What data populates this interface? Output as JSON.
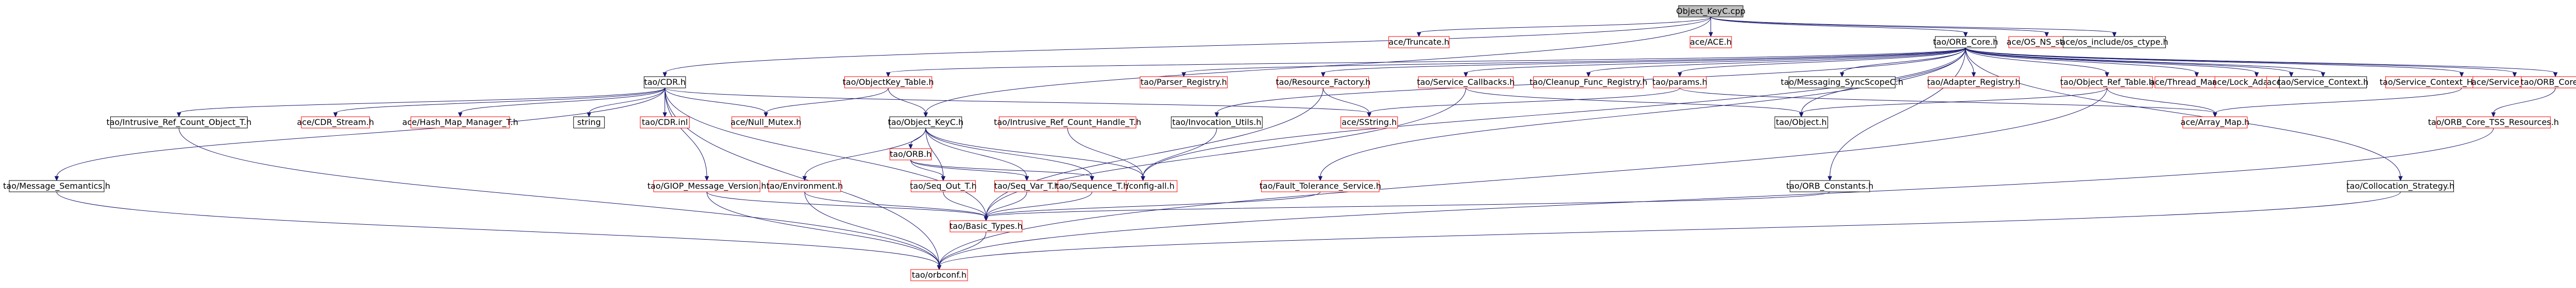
{
  "colors": {
    "edge": "#191970",
    "root_fill": "#bfbfbf",
    "root_stroke": "#000000",
    "internal_stroke": "#000000",
    "external_stroke": "#ff0000",
    "text": "#000000"
  },
  "nodes": [
    {
      "id": "root",
      "label": "Object_KeyC.cpp",
      "kind": "root"
    },
    {
      "id": "ace_truncate",
      "label": "ace/Truncate.h",
      "kind": "external"
    },
    {
      "id": "ace_ace",
      "label": "ace/ACE.h",
      "kind": "external"
    },
    {
      "id": "orb_core",
      "label": "tao/ORB_Core.h",
      "kind": "internal"
    },
    {
      "id": "os_ns_string",
      "label": "ace/OS_NS_string.h",
      "kind": "external"
    },
    {
      "id": "os_include_ctype",
      "label": "ace/os_include/os_ctype.h",
      "kind": "internal"
    },
    {
      "id": "cdr",
      "label": "tao/CDR.h",
      "kind": "internal"
    },
    {
      "id": "objectkey_table",
      "label": "tao/ObjectKey_Table.h",
      "kind": "external"
    },
    {
      "id": "parser_registry",
      "label": "tao/Parser_Registry.h",
      "kind": "external"
    },
    {
      "id": "resource_factory",
      "label": "tao/Resource_Factory.h",
      "kind": "external"
    },
    {
      "id": "service_callbacks",
      "label": "tao/Service_Callbacks.h",
      "kind": "external"
    },
    {
      "id": "cleanup_func_registry",
      "label": "tao/Cleanup_Func_Registry.h",
      "kind": "external"
    },
    {
      "id": "params",
      "label": "tao/params.h",
      "kind": "external"
    },
    {
      "id": "messaging_syncscope",
      "label": "tao/Messaging_SyncScopeC.h",
      "kind": "internal"
    },
    {
      "id": "adapter_registry",
      "label": "tao/Adapter_Registry.h",
      "kind": "external"
    },
    {
      "id": "object_ref_table",
      "label": "tao/Object_Ref_Table.h",
      "kind": "external"
    },
    {
      "id": "thread_manager",
      "label": "ace/Thread_Manager.h",
      "kind": "external"
    },
    {
      "id": "lock_adapter",
      "label": "ace/Lock_Adapter_T.h",
      "kind": "external"
    },
    {
      "id": "tss_t",
      "label": "ace/TSS_T.h",
      "kind": "external"
    },
    {
      "id": "service_config_tao",
      "label": "tao/Service_Context.h",
      "kind": "internal"
    },
    {
      "id": "service_context_handler",
      "label": "tao/Service_Context_Handler_Registry.h",
      "kind": "external"
    },
    {
      "id": "ace_service_config",
      "label": "ace/Service_Config.h",
      "kind": "external"
    },
    {
      "id": "orb_core_inl",
      "label": "tao/ORB_Core.inl",
      "kind": "external"
    },
    {
      "id": "intrusive_ref_count_object",
      "label": "tao/Intrusive_Ref_Count_Object_T.h",
      "kind": "internal"
    },
    {
      "id": "cdr_stream",
      "label": "ace/CDR_Stream.h",
      "kind": "external"
    },
    {
      "id": "hash_map_manager",
      "label": "ace/Hash_Map_Manager_T.h",
      "kind": "external"
    },
    {
      "id": "string",
      "label": "string",
      "kind": "internal"
    },
    {
      "id": "cdr_inl",
      "label": "tao/CDR.inl",
      "kind": "external"
    },
    {
      "id": "null_mutex",
      "label": "ace/Null_Mutex.h",
      "kind": "external"
    },
    {
      "id": "object_keyc",
      "label": "tao/Object_KeyC.h",
      "kind": "internal"
    },
    {
      "id": "intrusive_ref_count_handle",
      "label": "tao/Intrusive_Ref_Count_Handle_T.h",
      "kind": "external"
    },
    {
      "id": "invocation_utils",
      "label": "tao/Invocation_Utils.h",
      "kind": "internal"
    },
    {
      "id": "sstring",
      "label": "ace/SString.h",
      "kind": "external"
    },
    {
      "id": "tao_object",
      "label": "tao/Object.h",
      "kind": "internal"
    },
    {
      "id": "array_map",
      "label": "ace/Array_Map.h",
      "kind": "external"
    },
    {
      "id": "orb_core_tss",
      "label": "tao/ORB_Core_TSS_Resources.h",
      "kind": "external"
    },
    {
      "id": "config_all",
      "label": "ace/config-all.h",
      "kind": "external"
    },
    {
      "id": "orb_constants",
      "label": "tao/ORB_Constants.h",
      "kind": "internal"
    },
    {
      "id": "collocation_strategy",
      "label": "tao/Collocation_Strategy.h",
      "kind": "internal"
    },
    {
      "id": "orb_h",
      "label": "tao/ORB.h",
      "kind": "external"
    },
    {
      "id": "fault_tolerance",
      "label": "tao/Fault_Tolerance_Service.h",
      "kind": "external"
    },
    {
      "id": "giop_message_version",
      "label": "tao/GIOP_Message_Version.h",
      "kind": "external"
    },
    {
      "id": "environment",
      "label": "tao/Environment.h",
      "kind": "external"
    },
    {
      "id": "seq_out",
      "label": "tao/Seq_Out_T.h",
      "kind": "external"
    },
    {
      "id": "seq_var",
      "label": "tao/Seq_Var_T.h",
      "kind": "external"
    },
    {
      "id": "sequence_t",
      "label": "tao/Sequence_T.h",
      "kind": "external"
    },
    {
      "id": "message_semantics",
      "label": "tao/Message_Semantics.h",
      "kind": "internal"
    },
    {
      "id": "basic_types",
      "label": "tao/Basic_Types.h",
      "kind": "external"
    },
    {
      "id": "orbconf",
      "label": "tao/orbconf.h",
      "kind": "external"
    }
  ]
}
